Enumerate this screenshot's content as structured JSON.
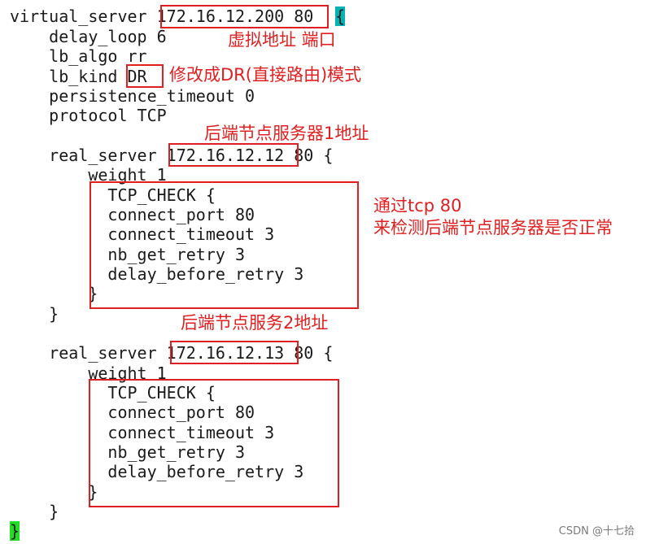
{
  "colors": {
    "annotation": "#e02020",
    "brace_highlight_open": "#00b3b3",
    "brace_highlight_close": "#22dd22",
    "text": "#1a1a1a"
  },
  "code_lines": [
    "virtual_server 172.16.12.200 80 ",
    "    delay_loop 6",
    "    lb_algo rr",
    "    lb_kind DR",
    "    persistence_timeout 0",
    "    protocol TCP",
    "",
    "    real_server 172.16.12.12 80 {",
    "        weight 1",
    "          TCP_CHECK {",
    "          connect_port 80",
    "          connect_timeout 3",
    "          nb_get_retry 3",
    "          delay_before_retry 3",
    "        }",
    "    }",
    "",
    "    real_server 172.16.12.13 80 {",
    "        weight 1",
    "          TCP_CHECK {",
    "          connect_port 80",
    "          connect_timeout 3",
    "          nb_get_retry 3",
    "          delay_before_retry 3",
    "        }",
    "    }",
    ""
  ],
  "highlighted_braces": {
    "open": "{",
    "close": "}"
  },
  "annotations": {
    "virtual_addr_port": "虚拟地址   端口",
    "dr_mode": "修改成DR(直接路由)模式",
    "rs1_addr": "后端节点服务器1地址",
    "tcp_check_line1": "通过tcp  80",
    "tcp_check_line2": "来检测后端节点服务器是否正常",
    "rs2_addr": "后端节点服务2地址"
  },
  "watermark": "CSDN @十七拾"
}
